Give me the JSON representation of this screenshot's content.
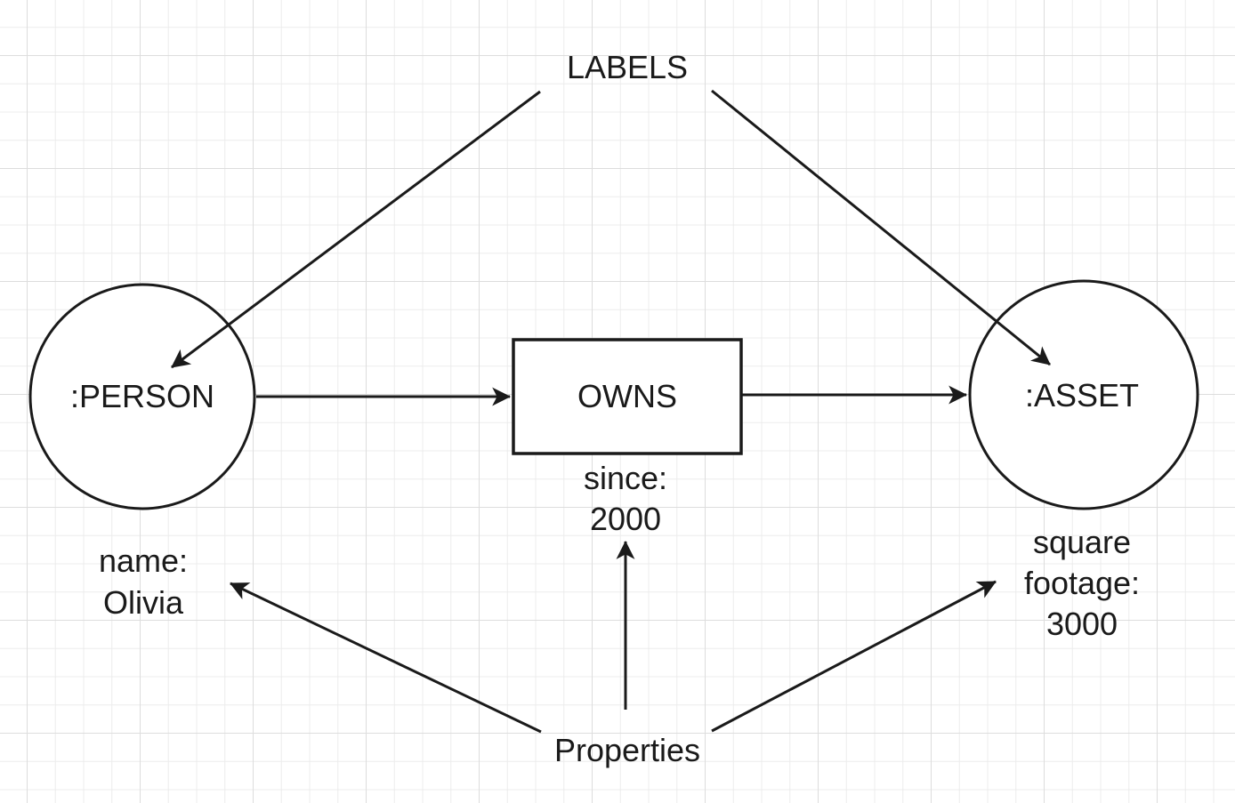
{
  "canvas": {
    "background": "#ffffff",
    "grid_minor_color": "#ececec",
    "grid_major_color": "#dddddd",
    "stroke_color": "#1a1a1a",
    "shape_fill": "#ffffff"
  },
  "annotations": {
    "labels_title": "LABELS",
    "properties_title": "Properties"
  },
  "nodes": {
    "person": {
      "label": ":PERSON"
    },
    "asset": {
      "label": ":ASSET"
    }
  },
  "relationship": {
    "label": "OWNS"
  },
  "properties": {
    "person": {
      "line1": "name:",
      "line2": "Olivia"
    },
    "relationship": {
      "line1": "since:",
      "line2": "2000"
    },
    "asset": {
      "line1": "square",
      "line2": "footage:",
      "line3": "3000"
    }
  }
}
